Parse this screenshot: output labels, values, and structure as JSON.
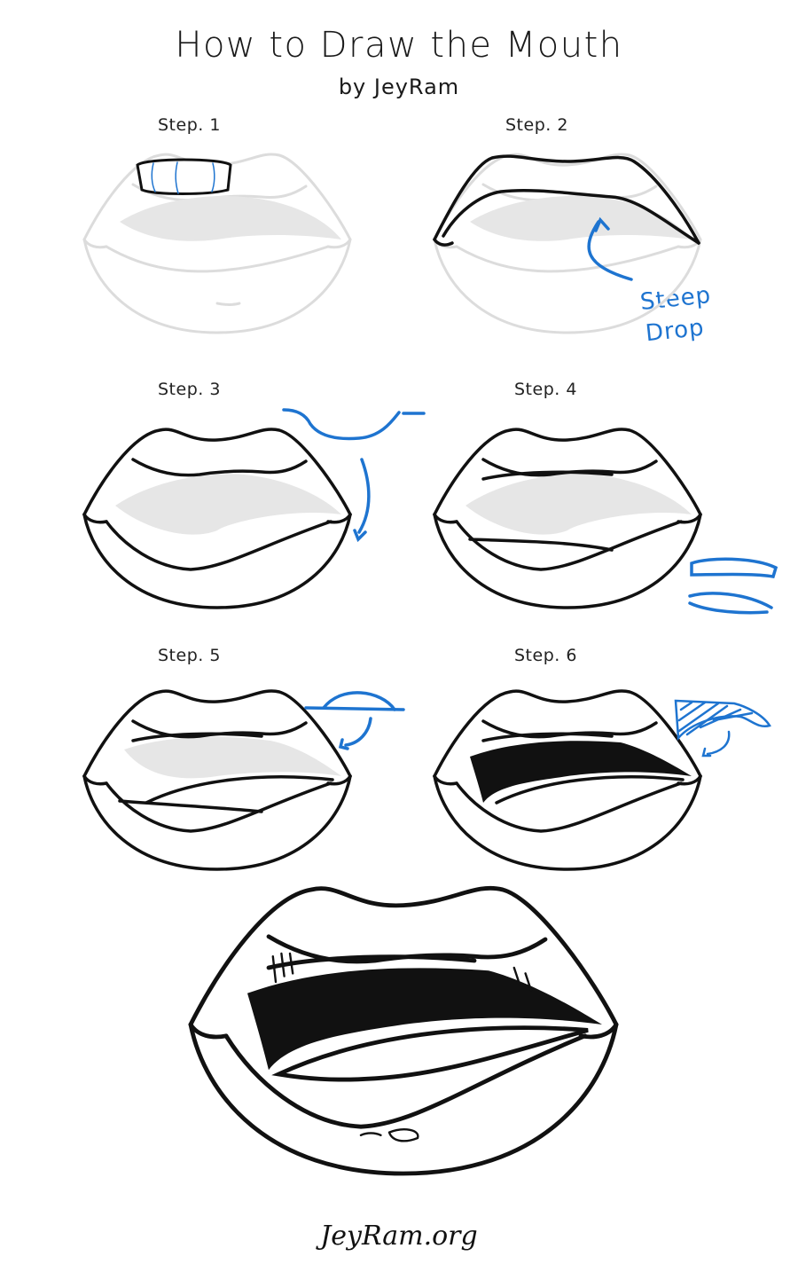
{
  "header": {
    "title": "How to Draw the Mouth",
    "subtitle": "by JeyRam"
  },
  "steps": [
    {
      "label": "Step. 1"
    },
    {
      "label": "Step. 2"
    },
    {
      "label": "Step. 3"
    },
    {
      "label": "Step. 4"
    },
    {
      "label": "Step. 5"
    },
    {
      "label": "Step. 6"
    }
  ],
  "annotations": {
    "step2_note_line1": "Steep",
    "step2_note_line2": "Drop"
  },
  "footer": {
    "signature": "JeyRam.org"
  },
  "colors": {
    "ink": "#111111",
    "guide": "#dcdcdc",
    "fill": "#e6e6e6",
    "accent": "#1e74d0"
  }
}
